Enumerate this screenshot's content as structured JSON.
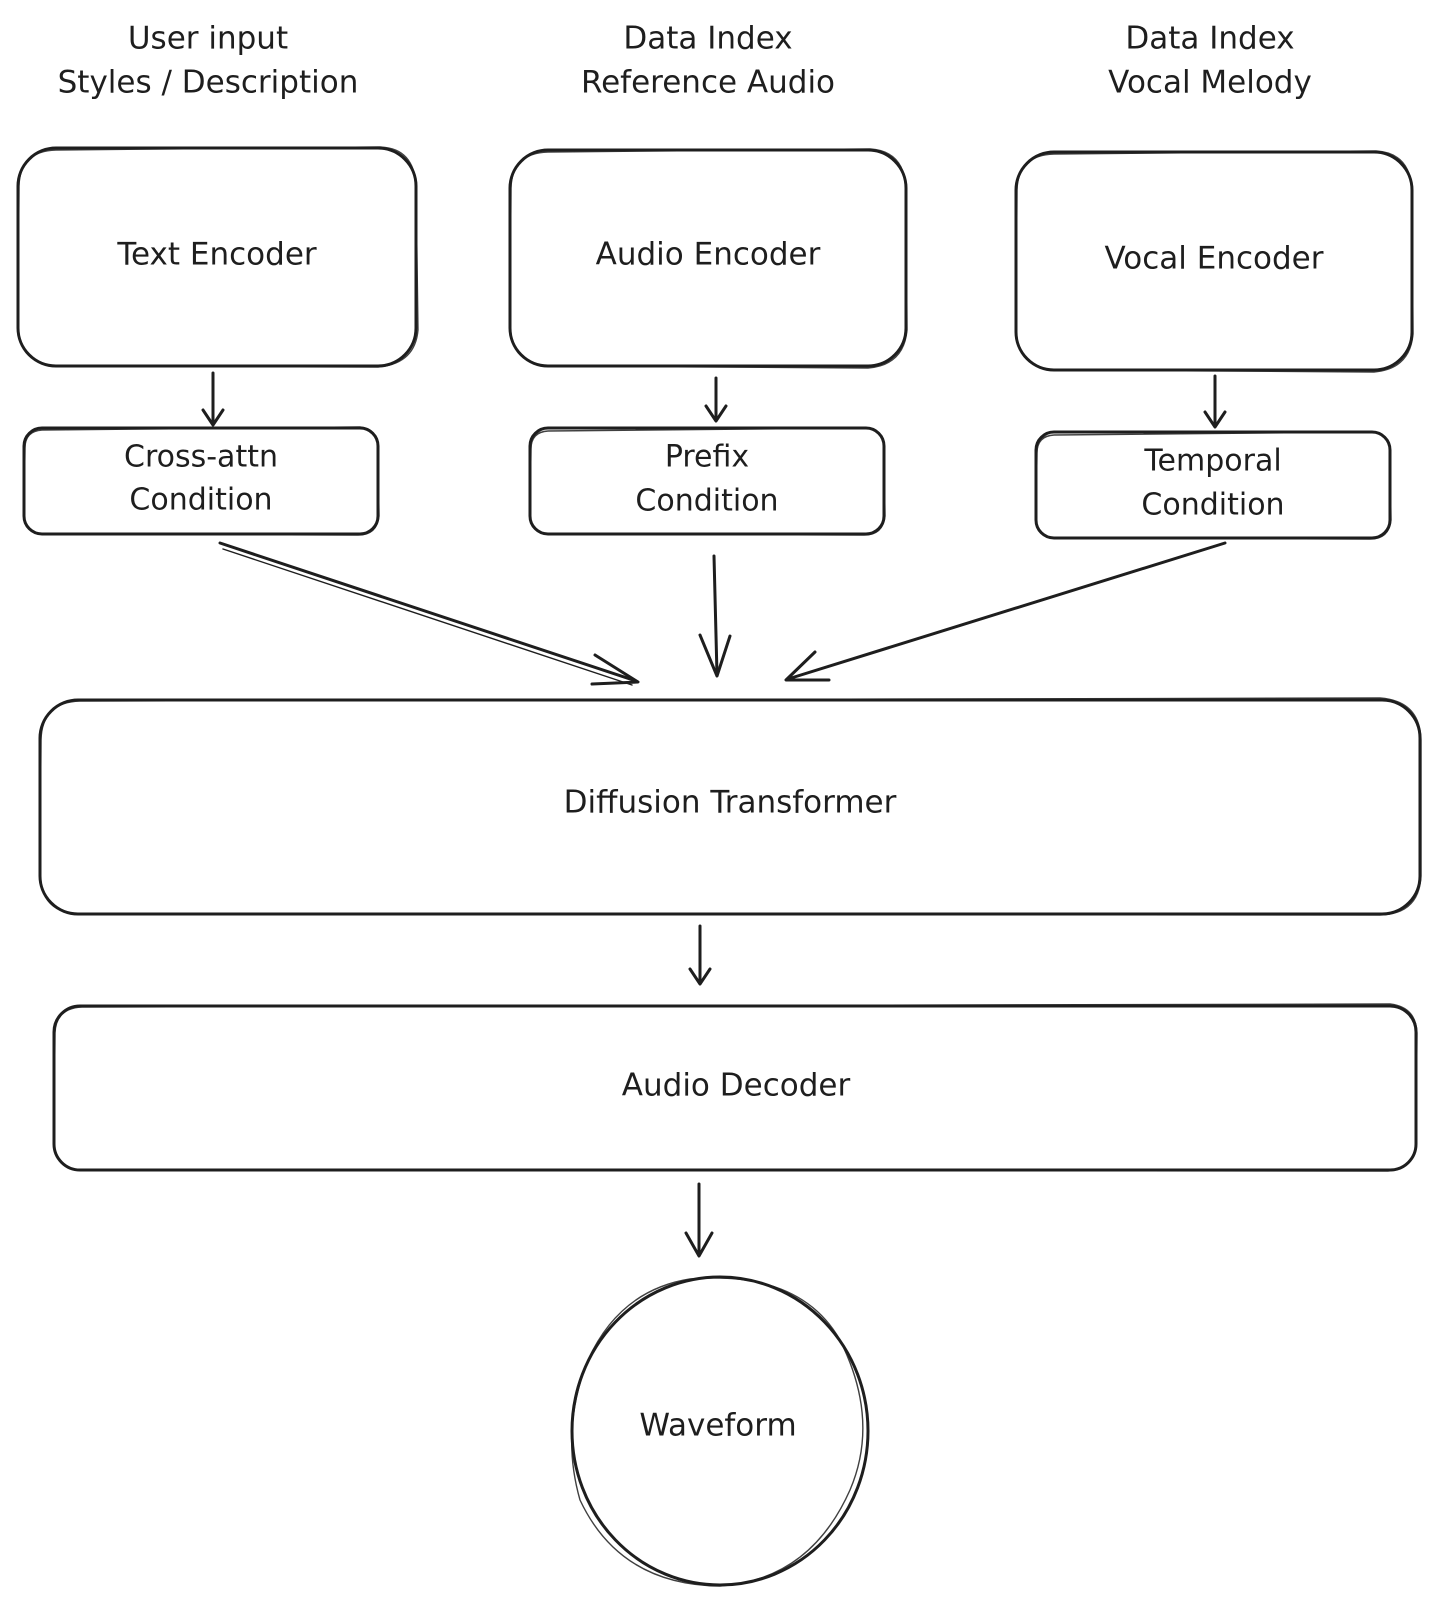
{
  "inputs": [
    {
      "line1": "User input",
      "line2": "Styles / Description"
    },
    {
      "line1": "Data Index",
      "line2": "Reference Audio"
    },
    {
      "line1": "Data Index",
      "line2": "Vocal Melody"
    }
  ],
  "encoders": [
    {
      "label": "Text Encoder"
    },
    {
      "label": "Audio Encoder"
    },
    {
      "label": "Vocal Encoder"
    }
  ],
  "conditions": [
    {
      "line1": "Cross-attn",
      "line2": "Condition"
    },
    {
      "line1": "Prefix",
      "line2": "Condition"
    },
    {
      "line1": "Temporal",
      "line2": "Condition"
    }
  ],
  "transformer": {
    "label": "Diffusion Transformer"
  },
  "decoder": {
    "label": "Audio Decoder"
  },
  "output": {
    "label": "Waveform"
  }
}
